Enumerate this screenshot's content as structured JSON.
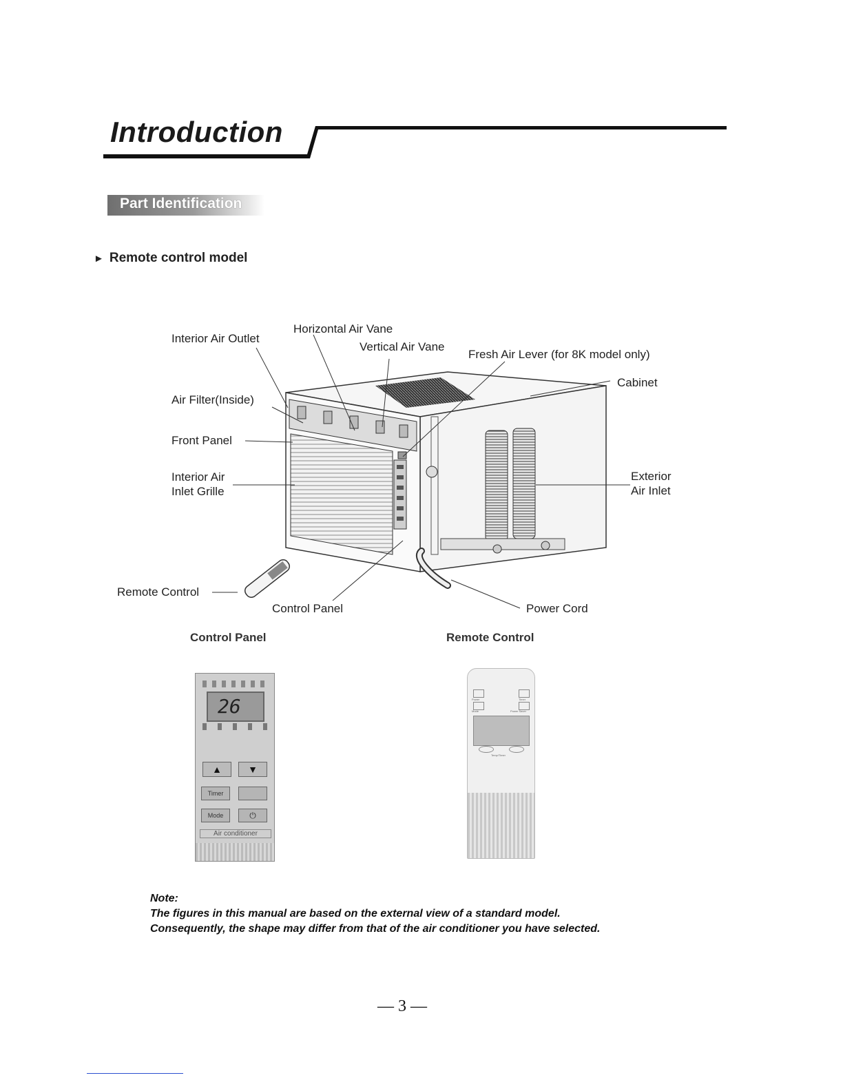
{
  "header": {
    "title": "Introduction"
  },
  "section": {
    "label": "Part Identification"
  },
  "subheading": {
    "arrow": "►",
    "text": "Remote control model"
  },
  "diagram": {
    "labels": {
      "interior_air_outlet": "Interior Air Outlet",
      "horizontal_air_vane": "Horizontal Air Vane",
      "vertical_air_vane": "Vertical Air Vane",
      "fresh_air_lever": "Fresh Air Lever (for 8K model only)",
      "cabinet": "Cabinet",
      "air_filter": "Air Filter(Inside)",
      "front_panel": "Front Panel",
      "interior_inlet_line1": "Interior Air",
      "interior_inlet_line2": "Inlet Grille",
      "exterior_inlet_line1": "Exterior",
      "exterior_inlet_line2": "Air Inlet",
      "remote_control": "Remote Control",
      "control_panel": "Control Panel",
      "power_cord": "Power Cord"
    }
  },
  "panels": {
    "control_panel_caption": "Control Panel",
    "remote_control_caption": "Remote Control",
    "control_panel": {
      "display": "26",
      "up": "▲",
      "down": "▼",
      "timer": "Timer",
      "mode": "Mode",
      "power": "⏻",
      "brand": "Air conditioner"
    },
    "remote": {
      "power": "Power",
      "timer": "Timer",
      "mode": "Mode",
      "power_saver": "Power Saver",
      "temp_timer": "Temp/Timer"
    }
  },
  "note": {
    "heading": "Note:",
    "line1": "The figures in this manual are based on the external view of a standard model.",
    "line2": "Consequently, the shape may differ from that of the air conditioner you have selected."
  },
  "page": {
    "number": "— 3 —"
  }
}
